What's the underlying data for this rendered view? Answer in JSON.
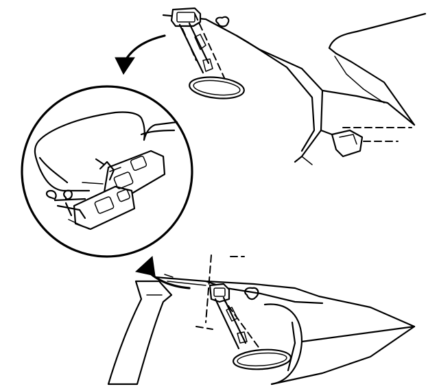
{
  "figure": {
    "kind": "exploded-view line drawing",
    "parts": [
      "upper-mirror-assembly",
      "detail-callout",
      "lower-mirror-assembly"
    ],
    "icons": [
      "curved-arrow-icon",
      "curved-arrow-icon"
    ]
  }
}
